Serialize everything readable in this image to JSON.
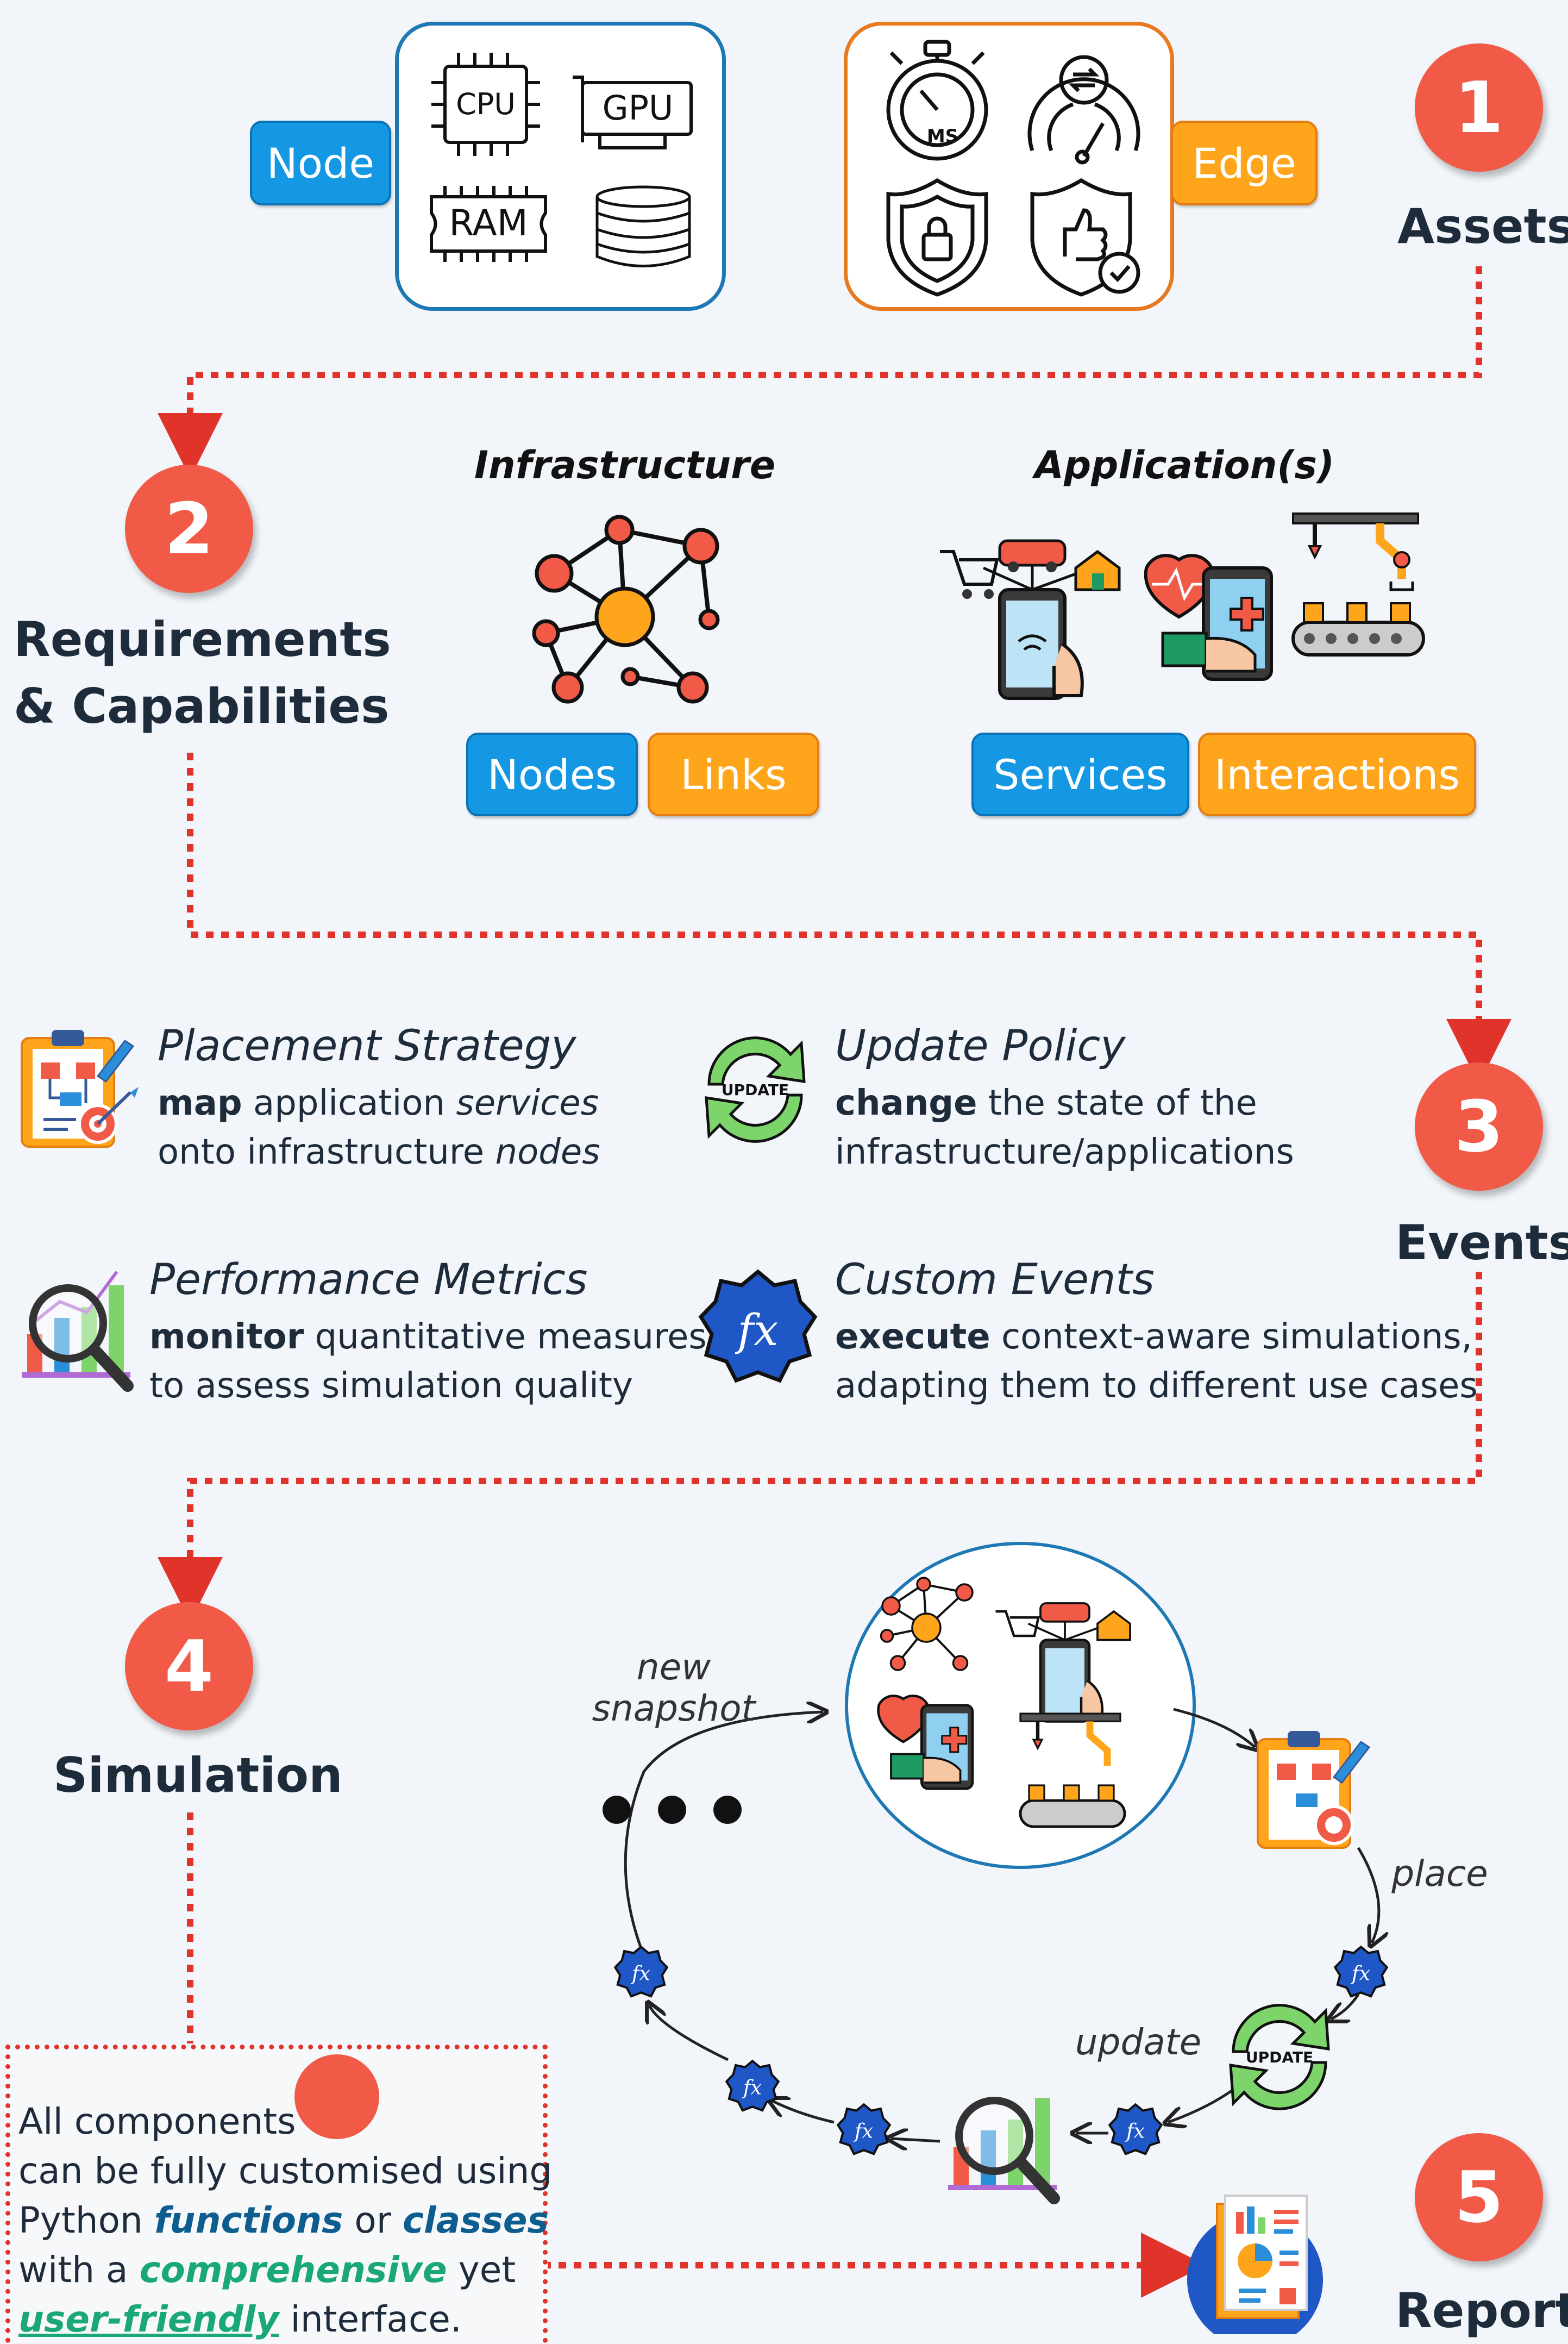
{
  "steps": [
    {
      "number": "1",
      "title": "Assets"
    },
    {
      "number": "2",
      "title_line1": "Requirements",
      "title_line2": "& Capabilities"
    },
    {
      "number": "3",
      "title": "Events"
    },
    {
      "number": "4",
      "title": "Simulation"
    },
    {
      "number": "5",
      "title": "Report"
    }
  ],
  "assets": {
    "node_label": "Node",
    "edge_label": "Edge",
    "node_icons": {
      "cpu": "CPU",
      "gpu": "GPU",
      "ram": "RAM",
      "storage": "database-icon"
    },
    "edge_icons": [
      "stopwatch-ms-icon",
      "bandwidth-gauge-icon",
      "security-shield-icon",
      "trust-shield-icon"
    ],
    "stopwatch_text": "MS"
  },
  "requirements": {
    "infrastructure_heading": "Infrastructure",
    "applications_heading": "Application(s)",
    "nodes_tag": "Nodes",
    "links_tag": "Links",
    "services_tag": "Services",
    "interactions_tag": "Interactions"
  },
  "events": {
    "placement": {
      "title": "Placement Strategy",
      "bold": "map",
      "mid1": " application ",
      "it1": "services",
      "line2": "onto infrastructure ",
      "it2": "nodes"
    },
    "update": {
      "title": "Update Policy",
      "bold": "change",
      "rest": " the state of the",
      "line2": "infrastructure/applications",
      "icon_text": "UPDATE"
    },
    "metrics": {
      "title": "Performance Metrics",
      "bold": "monitor",
      "rest": " quantitative measures",
      "line2": "to assess simulation quality"
    },
    "custom": {
      "title": "Custom Events",
      "bold": "execute",
      "rest": " context-aware simulations,",
      "line2": "adapting them to different use cases",
      "icon_text": "fx"
    }
  },
  "simulation": {
    "new_snapshot_line1": "new",
    "new_snapshot_line2": "snapshot",
    "place_label": "place",
    "update_label": "update",
    "update_icon_text": "UPDATE",
    "fx_text": "fx"
  },
  "note": {
    "l1": "All components",
    "l2": "can be fully customised using",
    "l3a": "Python ",
    "l3b": "functions",
    "l3c": " or ",
    "l3d": "classes",
    "l4a": "with a ",
    "l4b": "comprehensive",
    "l4c": " yet",
    "l5a": "user-friendly",
    "l5b": " interface."
  },
  "colors": {
    "accent_red": "#f25a48",
    "tag_blue": "#1498e4",
    "tag_orange": "#ffa51b",
    "dotted_line": "#e0332a",
    "box_blue_border": "#1e78b4",
    "box_orange_border": "#e8791f"
  }
}
